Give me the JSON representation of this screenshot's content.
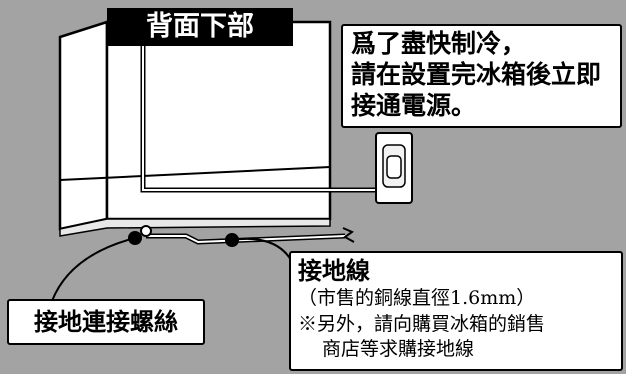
{
  "back_label": "背面下部",
  "note": {
    "lines": [
      "爲了盡快制冷，",
      "請在設置完冰箱後立即",
      "接通電源。"
    ]
  },
  "ground_wire": {
    "title": "接地線",
    "spec": "（市售的銅線直徑1.6mm）",
    "note_line1": "※另外，請向購買冰箱的銷售",
    "note_line2": "商店等求購接地線"
  },
  "screw_label": "接地連接螺絲"
}
